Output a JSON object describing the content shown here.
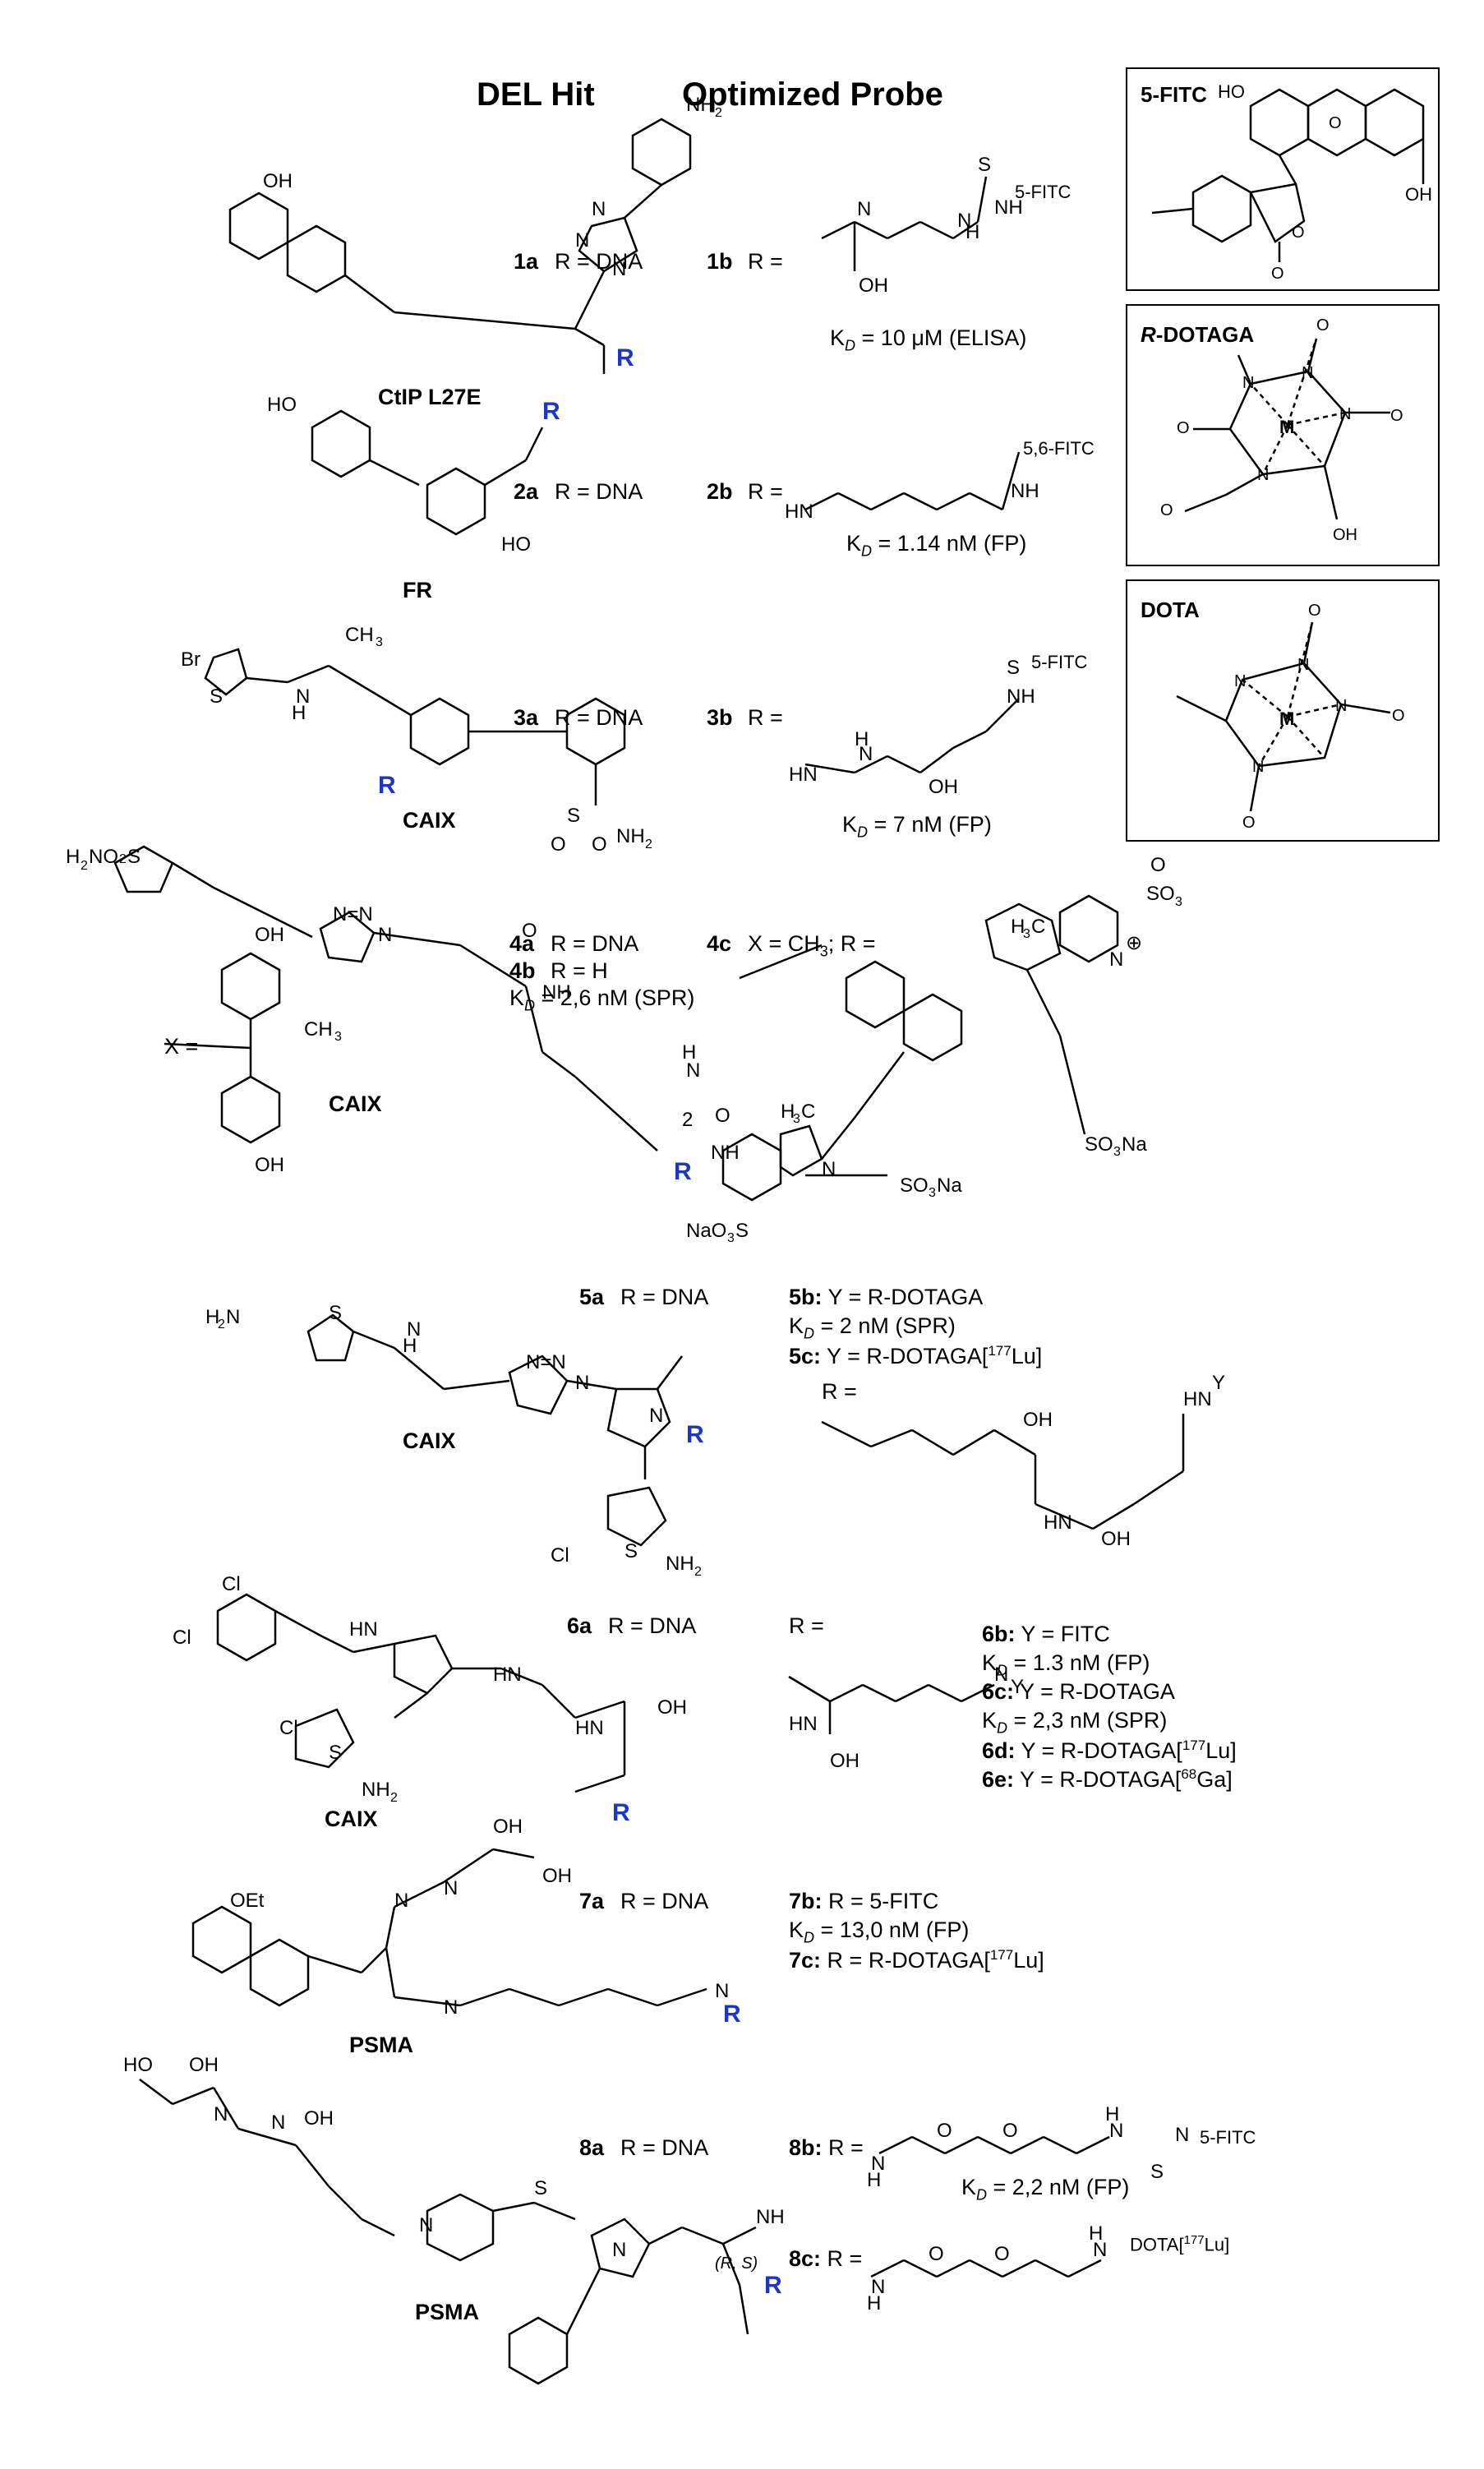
{
  "headers": {
    "del_hit": "DEL Hit",
    "optimized_probe": "Optimized Probe"
  },
  "boxes": {
    "fitc": "5-FITC",
    "rdotaga": "R-DOTAGA",
    "dota": "DOTA"
  },
  "row1": {
    "target": "CtIP L27E",
    "hit_label": "1a",
    "hit_text": "R = DNA",
    "probe_label": "1b",
    "probe_text": "R =",
    "kd": "K",
    "kd_sub": "D",
    "kd_val": "= 10 μM (ELISA)",
    "tag": "5-FITC"
  },
  "row2": {
    "target": "FR",
    "hit_label": "2a",
    "hit_text": "R = DNA",
    "probe_label": "2b",
    "probe_text": "R =",
    "kd_val": "= 1.14 nM (FP)",
    "tag": "5,6-FITC"
  },
  "row3": {
    "target": "CAIX",
    "hit_label": "3a",
    "hit_text": "R = DNA",
    "probe_label": "3b",
    "probe_text": "R =",
    "kd_val": "= 7 nM (FP)",
    "tag": "5-FITC"
  },
  "row4": {
    "target": "CAIX",
    "hit_label_a": "4a",
    "hit_text_a": "R = DNA",
    "hit_label_b": "4b",
    "hit_text_b": "R = H",
    "kd_val": "= 2,6 nM (SPR)",
    "probe_label": "4c",
    "probe_text": "X = CH",
    "probe_text2": "; R =",
    "x_def": "X ="
  },
  "row5": {
    "target": "CAIX",
    "hit_label": "5a",
    "hit_text": "R = DNA",
    "l1_label": "5b:",
    "l1_text": "Y = R-DOTAGA",
    "kd_val": "= 2 nM (SPR)",
    "l3_label": "5c:",
    "l3_text": "Y = R-DOTAGA[",
    "l3_sup": "177",
    "l3_end": "Lu]",
    "r_def": "R ="
  },
  "row6": {
    "target": "CAIX",
    "hit_label": "6a",
    "hit_text": "R = DNA",
    "r_def": "R =",
    "b_label": "6b:",
    "b_text": "Y = FITC",
    "b_kd": "= 1.3 nM (FP)",
    "c_label": "6c:",
    "c_text": "Y = R-DOTAGA",
    "c_kd": "= 2,3 nM (SPR)",
    "d_label": "6d:",
    "d_text": "Y = R-DOTAGA[",
    "d_sup": "177",
    "d_end": "Lu]",
    "e_label": "6e:",
    "e_text": "Y = R-DOTAGA[",
    "e_sup": "68",
    "e_end": "Ga]"
  },
  "row7": {
    "target": "PSMA",
    "hit_label": "7a",
    "hit_text": "R = DNA",
    "b_label": "7b:",
    "b_text": "R = 5-FITC",
    "kd_val": "= 13,0 nM (FP)",
    "c_label": "7c:",
    "c_text": "R = R-DOTAGA[",
    "c_sup": "177",
    "c_end": "Lu]"
  },
  "row8": {
    "target": "PSMA",
    "hit_label": "8a",
    "hit_text": "R = DNA",
    "b_label": "8b:",
    "b_text": "R =",
    "kd_val": "= 2,2 nM (FP)",
    "b_tag": "5-FITC",
    "c_label": "8c:",
    "c_text": "R =",
    "c_tag": "DOTA[",
    "c_sup": "177",
    "c_end": "Lu]",
    "stereo": "(R, S)"
  }
}
